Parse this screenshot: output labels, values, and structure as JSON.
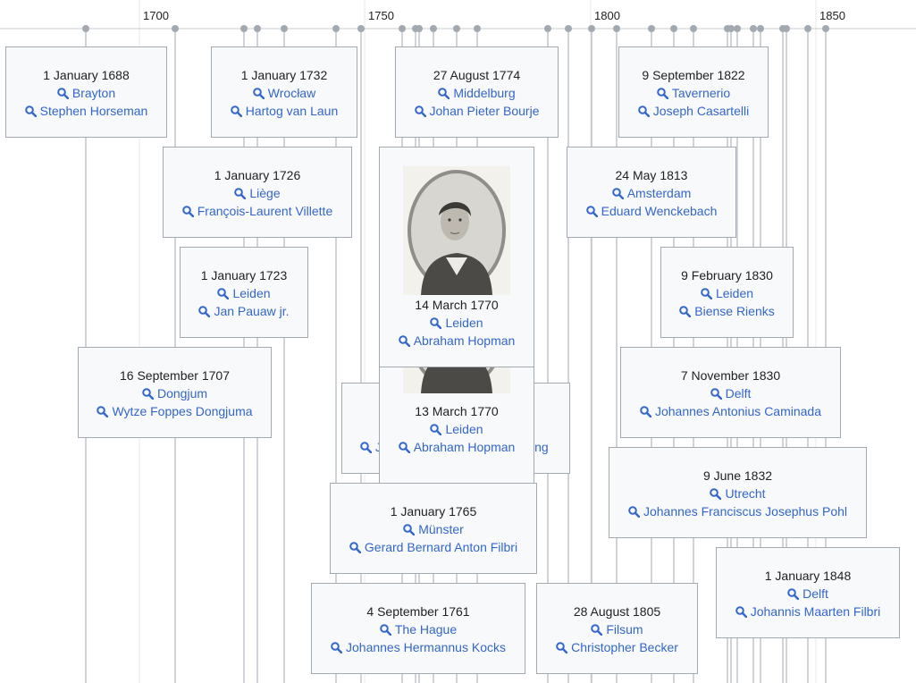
{
  "colors": {
    "link": "#3366cc",
    "card_bg": "#f8f9fa",
    "card_border": "#a2a9b1",
    "line": "#a2a9b1",
    "dot": "#a2a9b1"
  },
  "axis": {
    "years": [
      "1700",
      "1750",
      "1800",
      "1850"
    ]
  },
  "icons": {
    "link_icon": "search-icon",
    "portrait": "engraved-portrait"
  },
  "cards": [
    {
      "date": "1 January 1688",
      "place": "Brayton",
      "person": "Stephen Horseman"
    },
    {
      "date": "1 January 1732",
      "place": "Wrocław",
      "person": "Hartog van Laun"
    },
    {
      "date": "27 August 1774",
      "place": "Middelburg",
      "person": "Johan Pieter Bourje"
    },
    {
      "date": "9 September 1822",
      "place": "Tavernerio",
      "person": "Joseph Casartelli"
    },
    {
      "date": "1 January 1726",
      "place": "Liège",
      "person": "François-Laurent Villette"
    },
    {
      "date": "24 May 1813",
      "place": "Amsterdam",
      "person": "Eduard Wenckebach"
    },
    {
      "date": "1 January 1723",
      "place": "Leiden",
      "person": "Jan Pauaw jr."
    },
    {
      "date": "9 February 1830",
      "place": "Leiden",
      "person": "Biense Rienks"
    },
    {
      "date": "16 September 1707",
      "place": "Dongjum",
      "person": "Wytze Foppes Dongjuma"
    },
    {
      "date": "7 November 1830",
      "place": "Delft",
      "person": "Johannes Antonius Caminada"
    },
    {
      "date": "",
      "place": "",
      "person": "J",
      "person_end": "ing"
    },
    {
      "date": "13 March 1770",
      "place": "Leiden",
      "person": "Abraham Hopman"
    },
    {
      "date": "14 March 1770",
      "place": "Leiden",
      "person": "Abraham Hopman"
    },
    {
      "date": "9 June 1832",
      "place": "Utrecht",
      "person": "Johannes Franciscus Josephus Pohl"
    },
    {
      "date": "1 January 1765",
      "place": "Münster",
      "person": "Gerard Bernard Anton Filbri"
    },
    {
      "date": "1 January 1848",
      "place": "Delft",
      "person": "Johannis Maarten Filbri"
    },
    {
      "date": "4 September 1761",
      "place": "The Hague",
      "person": "Johannes Hermannus Kocks"
    },
    {
      "date": "28 August 1805",
      "place": "Filsum",
      "person": "Christopher Becker"
    }
  ]
}
